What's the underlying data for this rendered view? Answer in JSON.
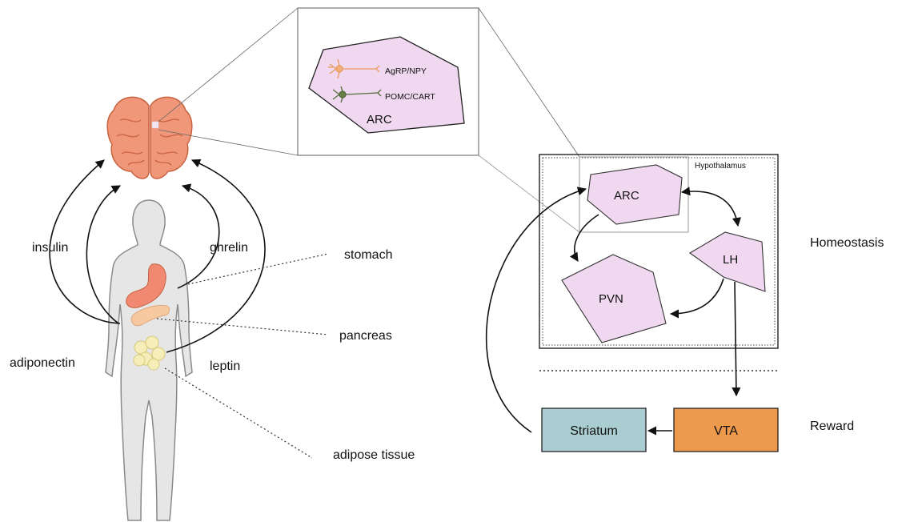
{
  "body_labels": {
    "insulin": "insulin",
    "ghrelin": "ghrelin",
    "adiponectin": "adiponectin",
    "leptin": "leptin"
  },
  "organs": {
    "stomach": "stomach",
    "pancreas": "pancreas",
    "adipose": "adipose tissue"
  },
  "inset": {
    "agrp": "AgRP/NPY",
    "pomc": "POMC/CART",
    "arc": "ARC"
  },
  "hypothalamus": {
    "title": "Hypothalamus",
    "arc": "ARC",
    "lh": "LH",
    "pvn": "PVN"
  },
  "reward": {
    "striatum": "Striatum",
    "vta": "VTA"
  },
  "sections": {
    "homeostasis": "Homeostasis",
    "reward": "Reward"
  },
  "colors": {
    "brain": "#f0977a",
    "brain_stroke": "#c8623f",
    "body": "#e8e8e8",
    "body_stroke": "#8a8a8a",
    "stomach": "#f08872",
    "pancreas": "#f8c9a0",
    "adipose": "#f6eeb8",
    "region_fill": "#f0d9f0",
    "striatum": "#a9cdd0",
    "vta": "#ee9a4c"
  }
}
